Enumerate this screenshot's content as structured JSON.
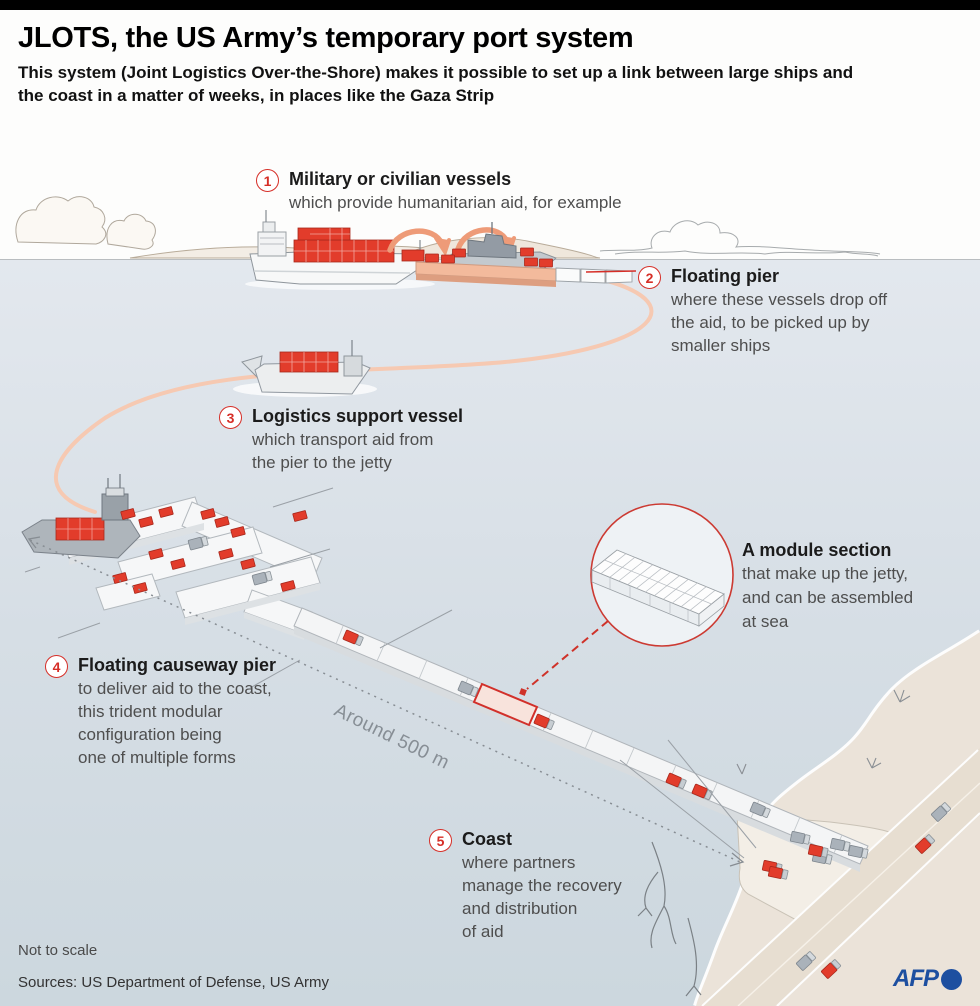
{
  "header": {
    "title": "JLOTS, the US Army’s temporary port system",
    "subtitle_line1": "This system (Joint Logistics Over-the-Shore) makes it possible to set up a link between large ships and",
    "subtitle_line2": "the coast in a matter of weeks, in places like the Gaza Strip"
  },
  "annotations": {
    "step1": {
      "number": "1",
      "title": "Military or civilian vessels",
      "lines": [
        "which provide humanitarian aid, for example"
      ]
    },
    "step2": {
      "number": "2",
      "title": "Floating pier",
      "lines": [
        "where these vessels drop off",
        "the aid, to be picked up by",
        "smaller ships"
      ]
    },
    "step3": {
      "number": "3",
      "title": "Logistics support vessel",
      "lines": [
        "which transport aid from",
        "the pier to the jetty"
      ]
    },
    "step4": {
      "number": "4",
      "title": "Floating causeway pier",
      "lines": [
        "to deliver aid to the coast,",
        "this trident modular",
        "configuration being",
        "one of multiple forms"
      ]
    },
    "step5": {
      "number": "5",
      "title": "Coast",
      "lines": [
        "where partners",
        "manage the recovery",
        "and distribution",
        "of aid"
      ]
    },
    "module": {
      "title": "A module section",
      "lines": [
        "that make up the jetty,",
        "and can be assembled",
        "at sea"
      ]
    },
    "distance_label": "Around 500 m"
  },
  "footer": {
    "scale_note": "Not to scale",
    "sources": "Sources: US Department of Defense, US Army",
    "logo_text": "AFP"
  },
  "colors": {
    "accent_red": "#d62e27",
    "container_red": "#e23c2b",
    "pier_salmon": "#f3ba9c",
    "route_salmon": "#f6c9b2",
    "afp_blue": "#1d4fa0",
    "water_top": "#e3e8ee",
    "water_bottom": "#ccd7de",
    "coast_sand": "#ebe3d9"
  }
}
